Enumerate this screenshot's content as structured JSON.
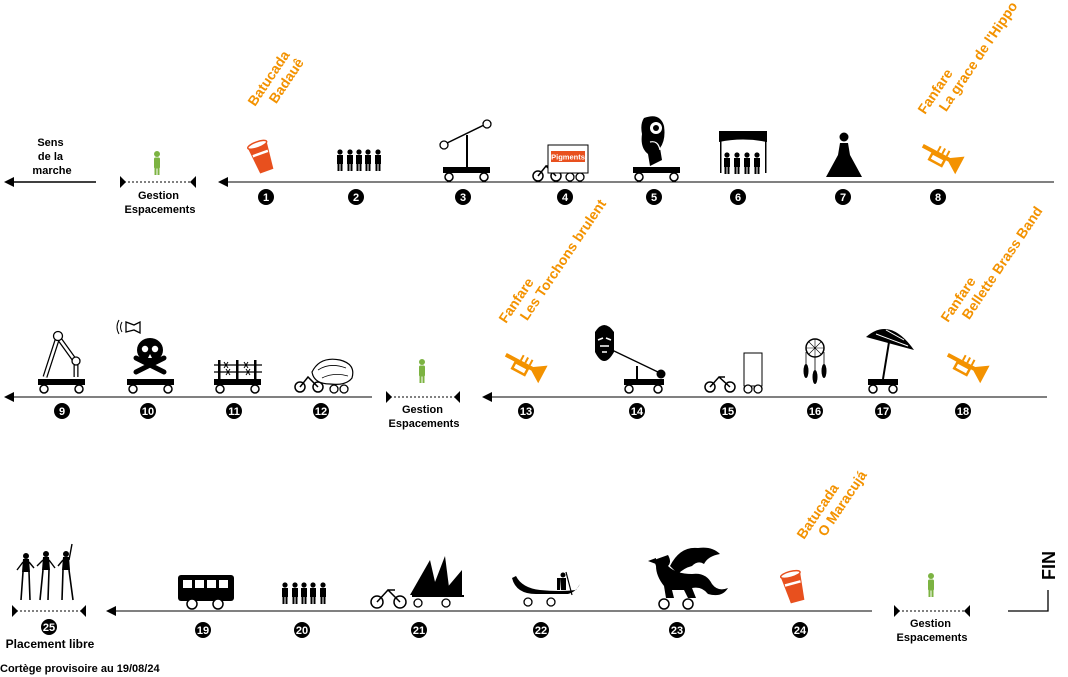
{
  "direction_label": [
    "Sens",
    "de la",
    "marche"
  ],
  "spacing_label": [
    "Gestion",
    "Espacements"
  ],
  "free_placement_label": "Placement libre",
  "end_label": "FIN",
  "footer": "Cortège provisoire au 19/08/24",
  "bands": [
    {
      "id": "batucada-badaue",
      "lines": [
        "Batucada",
        "Badauê"
      ]
    },
    {
      "id": "fanfare-hippo",
      "lines": [
        "Fanfare",
        "La grace de l'Hippo"
      ]
    },
    {
      "id": "fanfare-torchons",
      "lines": [
        "Fanfare",
        "Les Torchons brulent"
      ]
    },
    {
      "id": "fanfare-bellette",
      "lines": [
        "Fanfare",
        "Bellette Brass Band"
      ]
    },
    {
      "id": "batucada-maracuja",
      "lines": [
        "Batucada",
        "O Maracujá"
      ]
    }
  ],
  "cart_4_sign": "Pigments",
  "positions": [
    "1",
    "2",
    "3",
    "4",
    "5",
    "6",
    "7",
    "8",
    "9",
    "10",
    "11",
    "12",
    "13",
    "14",
    "15",
    "16",
    "17",
    "18",
    "19",
    "20",
    "21",
    "22",
    "23",
    "24",
    "25"
  ],
  "colors": {
    "orange": "#f39200",
    "green": "#7cb342",
    "black": "#000000"
  }
}
